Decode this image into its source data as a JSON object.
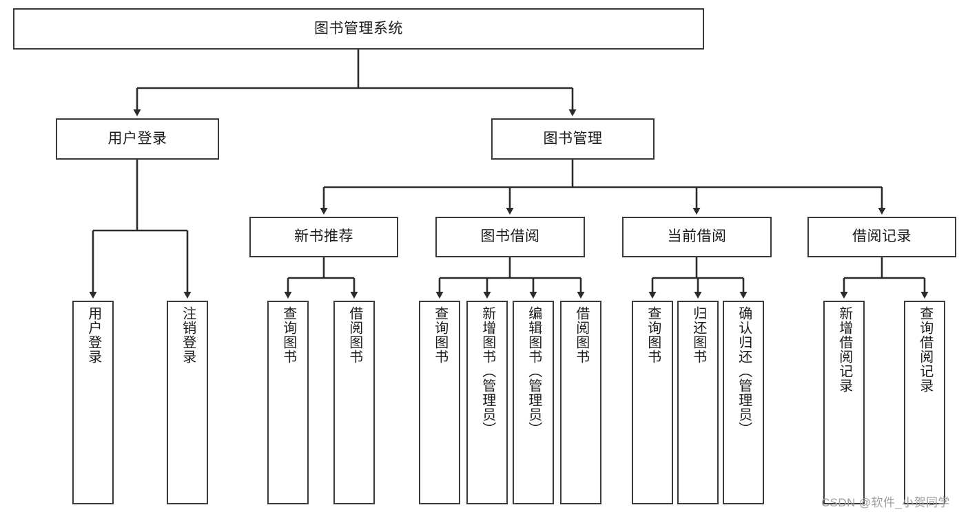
{
  "diagram": {
    "title": "图书管理系统",
    "type": "hierarchy-tree",
    "colors": {
      "box_border": "#3a3a3a",
      "box_fill": "#ffffff",
      "line": "#2b2b2b",
      "text": "#1c1c1c",
      "watermark": "#9e9e9e"
    },
    "root": {
      "label": "图书管理系统"
    },
    "level1": [
      {
        "label": "用户登录"
      },
      {
        "label": "图书管理"
      }
    ],
    "level2": [
      {
        "label": "新书推荐"
      },
      {
        "label": "图书借阅"
      },
      {
        "label": "当前借阅"
      },
      {
        "label": "借阅记录"
      }
    ],
    "leaves": {
      "user_login": [
        {
          "label": "用户登录"
        },
        {
          "label": "注销登录"
        }
      ],
      "new_book_recommend": [
        {
          "label": "查询图书"
        },
        {
          "label": "借阅图书"
        }
      ],
      "book_borrow": [
        {
          "label": "查询图书"
        },
        {
          "label": "新增图书（管理员）"
        },
        {
          "label": "编辑图书（管理员）"
        },
        {
          "label": "借阅图书"
        }
      ],
      "current_borrow": [
        {
          "label": "查询图书"
        },
        {
          "label": "归还图书"
        },
        {
          "label": "确认归还（管理员）"
        }
      ],
      "borrow_record": [
        {
          "label": "新增借阅记录"
        },
        {
          "label": "查询借阅记录"
        }
      ]
    },
    "watermark": "CSDN @软件_小贺同学"
  }
}
